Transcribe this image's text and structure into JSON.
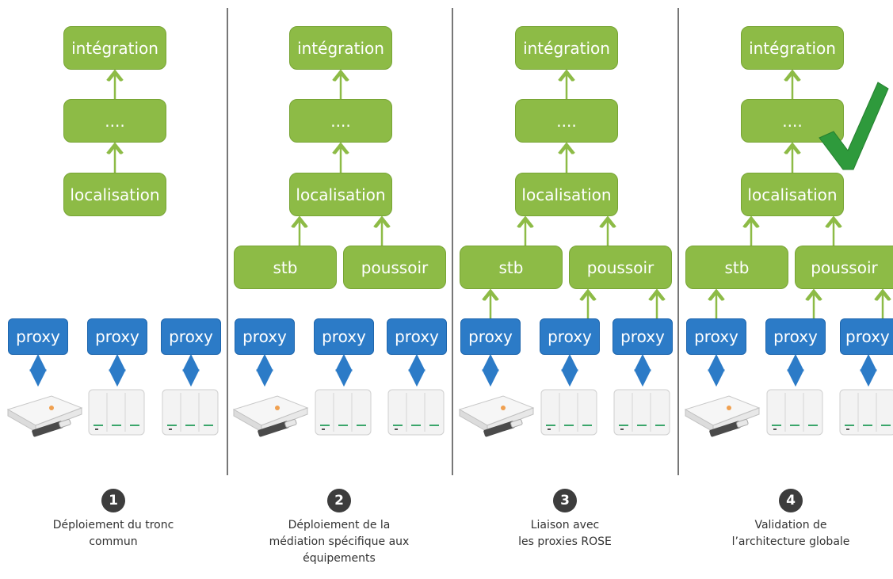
{
  "colors": {
    "green": "#8dbb46",
    "blue": "#2c7bc7",
    "check": "#2e9a3c"
  },
  "stage_1": {
    "top": "intégration",
    "middle": "....",
    "bottom": "localisation",
    "proxies": [
      "proxy",
      "proxy",
      "proxy"
    ],
    "number": "1",
    "caption": "Déploiement du tronc\ncommun"
  },
  "stage_2": {
    "top": "intégration",
    "middle": "....",
    "bottom": "localisation",
    "left_box": "stb",
    "right_box": "poussoir",
    "proxies": [
      "proxy",
      "proxy",
      "proxy"
    ],
    "number": "2",
    "caption": "Déploiement de la\nmédiation spécifique aux\néquipements"
  },
  "stage_3": {
    "top": "intégration",
    "middle": "....",
    "bottom": "localisation",
    "left_box": "stb",
    "right_box": "poussoir",
    "proxies": [
      "proxy",
      "proxy",
      "proxy"
    ],
    "number": "3",
    "caption": "Liaison avec\nles proxies ROSE"
  },
  "stage_4": {
    "top": "intégration",
    "middle": "....",
    "bottom": "localisation",
    "left_box": "stb",
    "right_box": "poussoir",
    "proxies": [
      "proxy",
      "proxy",
      "proxy"
    ],
    "number": "4",
    "caption": "Validation de\nl’architecture globale",
    "validated_icon": "checkmark-icon"
  }
}
